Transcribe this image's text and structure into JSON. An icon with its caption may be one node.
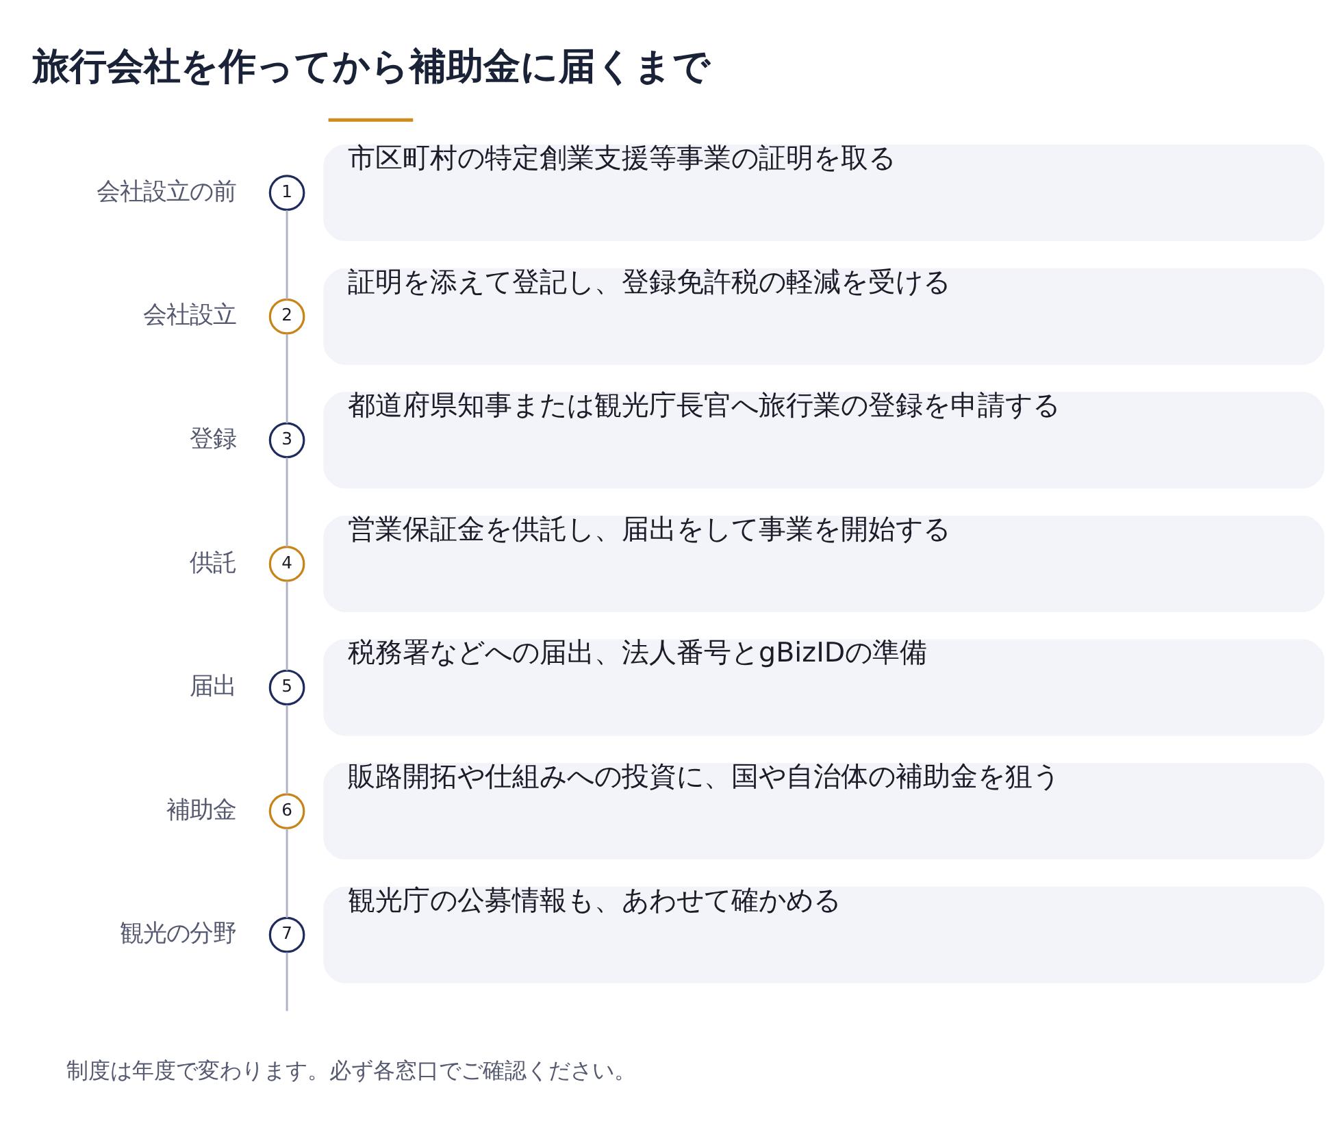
{
  "diagram": {
    "title": "旅行会社を作ってから補助金に届くまで",
    "caption": "制度は年度で変わります。必ず各窓口でご確認ください。",
    "nodes": [
      {
        "text": [
          "1"
        ],
        "beside": [
          "会社設立の前"
        ]
      },
      {
        "text": [
          "市区町村の特定創業支援等事業の証明を取る"
        ]
      },
      {
        "text": [
          "2"
        ],
        "beside": [
          "会社設立"
        ]
      },
      {
        "text": [
          "証明を添えて登記し、登録免許税の軽減を受ける"
        ]
      },
      {
        "text": [
          "3"
        ],
        "beside": [
          "登録"
        ]
      },
      {
        "text": [
          "都道府県知事または観光庁長官へ旅行業の登録を申請する"
        ]
      },
      {
        "text": [
          "4"
        ],
        "beside": [
          "供託"
        ]
      },
      {
        "text": [
          "営業保証金を供託し、届出をして事業を開始する"
        ]
      },
      {
        "text": [
          "5"
        ],
        "beside": [
          "届出"
        ]
      },
      {
        "text": [
          "税務署などへの届出、法人番号とgBizIDの準備"
        ]
      },
      {
        "text": [
          "6"
        ],
        "beside": [
          "補助金"
        ]
      },
      {
        "text": [
          "販路開拓や仕組みへの投資に、国や自治体の補助金を狙う"
        ]
      },
      {
        "text": [
          "7"
        ],
        "beside": [
          "観光の分野"
        ]
      },
      {
        "text": [
          "観光庁の公募情報も、あわせて確かめる"
        ]
      }
    ],
    "edges": [
      {
        "from": 0,
        "to": 2,
        "arrow": "none"
      },
      {
        "from": 2,
        "to": 4,
        "arrow": "none"
      },
      {
        "from": 4,
        "to": 6,
        "arrow": "none"
      },
      {
        "from": 6,
        "to": 8,
        "arrow": "none"
      },
      {
        "from": 8,
        "to": 10,
        "arrow": "none"
      },
      {
        "from": 10,
        "to": 12,
        "arrow": "none"
      },
      {
        "from": 12,
        "to": null,
        "arrow": "none"
      }
    ]
  }
}
